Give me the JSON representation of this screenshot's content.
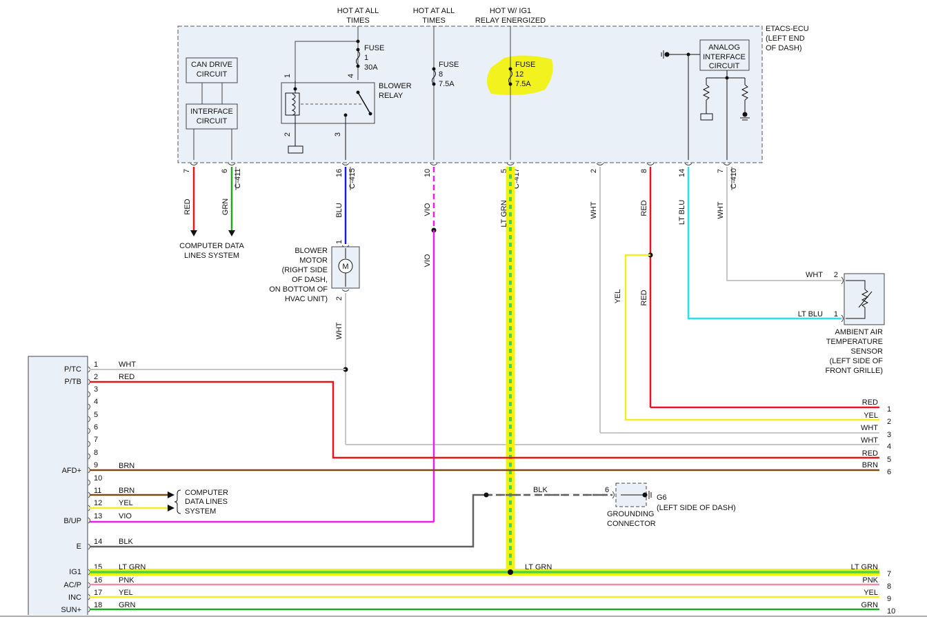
{
  "supply": {
    "hot1": [
      "HOT AT ALL",
      "TIMES"
    ],
    "hot2": [
      "HOT AT ALL",
      "TIMES"
    ],
    "ig1": [
      "HOT W/ IG1",
      "RELAY ENERGIZED"
    ]
  },
  "ecu": {
    "name": [
      "ETACS-ECU",
      "(LEFT END",
      "OF DASH)"
    ]
  },
  "blocks": {
    "can": [
      "CAN DRIVE",
      "CIRCUIT"
    ],
    "interface": [
      "INTERFACE",
      "CIRCUIT"
    ],
    "analog": [
      "ANALOG",
      "INTERFACE",
      "CIRCUIT"
    ],
    "relay": [
      "BLOWER",
      "RELAY"
    ]
  },
  "fuses": [
    {
      "label": "FUSE",
      "num": "1",
      "amps": "30A"
    },
    {
      "label": "FUSE",
      "num": "8",
      "amps": "7.5A"
    },
    {
      "label": "FUSE",
      "num": "12",
      "amps": "7.5A"
    }
  ],
  "relay_pins": {
    "p1": "1",
    "p4": "4",
    "p2": "2",
    "p3": "3"
  },
  "connectors": {
    "c411": "C-411",
    "c415": "C-415",
    "c417": "C-417",
    "c410": "C-410"
  },
  "ecu_pins": {
    "p7": "7",
    "p6": "6",
    "p16": "16",
    "p10": "10",
    "p5": "5",
    "p2": "2",
    "p8": "8",
    "p14": "14",
    "p7b": "7"
  },
  "wire_labels": {
    "red1": "RED",
    "grn1": "GRN",
    "blu": "BLU",
    "vio1": "VIO",
    "vio2": "VIO",
    "ltgrn": "LT GRN",
    "wht1": "WHT",
    "red2": "RED",
    "ltblu": "LT BLU",
    "wht2": "WHT",
    "yel": "YEL",
    "red3": "RED",
    "wht3": "WHT"
  },
  "computer_data1": [
    "COMPUTER DATA",
    "LINES SYSTEM"
  ],
  "blower_motor": {
    "symbol": "M",
    "pin1": "1",
    "pin2": "2",
    "label": [
      "BLOWER",
      "MOTOR",
      "(RIGHT SIDE",
      "OF DASH,",
      "ON BOTTOM OF",
      "HVAC UNIT)"
    ]
  },
  "sensor": {
    "label": [
      "AMBIENT AIR",
      "TEMPERATURE",
      "SENSOR",
      "(LEFT SIDE OF",
      "FRONT GRILLE)"
    ],
    "pin2": "2",
    "pin1": "1",
    "wire2": "WHT",
    "wire1": "LT BLU"
  },
  "left_module": {
    "labels": {
      "ptc": "P/TC",
      "ptb": "P/TB",
      "afd": "AFD+",
      "bup": "B/UP",
      "e": "E",
      "ig1": "IG1",
      "acp": "AC/P",
      "inc": "INC",
      "sun": "SUN+"
    },
    "pins": [
      "1",
      "2",
      "3",
      "4",
      "5",
      "6",
      "7",
      "8",
      "9",
      "10",
      "11",
      "12",
      "13",
      "14",
      "15",
      "16",
      "17",
      "18"
    ],
    "wires": {
      "1": "WHT",
      "2": "RED",
      "9": "BRN",
      "11": "BRN",
      "12": "YEL",
      "13": "VIO",
      "14": "BLK",
      "15": "LT GRN",
      "16": "PNK",
      "17": "YEL",
      "18": "GRN"
    }
  },
  "computer_data2": [
    "COMPUTER",
    "DATA LINES",
    "SYSTEM"
  ],
  "ground": {
    "wire": "BLK",
    "pin": "6",
    "name": "G6",
    "location": "(LEFT SIDE OF DASH)",
    "connector": [
      "GROUNDING",
      "CONNECTOR"
    ]
  },
  "right_pins": [
    {
      "wire": "RED",
      "pin": "1"
    },
    {
      "wire": "YEL",
      "pin": "2"
    },
    {
      "wire": "WHT",
      "pin": "3"
    },
    {
      "wire": "WHT",
      "pin": "4"
    },
    {
      "wire": "RED",
      "pin": "5"
    },
    {
      "wire": "BRN",
      "pin": "6"
    },
    {
      "wire": "LT GRN",
      "pin": "7"
    },
    {
      "wire": "PNK",
      "pin": "8"
    },
    {
      "wire": "YEL",
      "pin": "9"
    },
    {
      "wire": "GRN",
      "pin": "10"
    }
  ],
  "ig1_mid_label": "LT GRN",
  "colors": {
    "red": "#e8141c",
    "grn": "#1fa81f",
    "blu": "#1a1ae6",
    "vio": "#e61ee6",
    "wht": "#c6c6c6",
    "ltblu": "#27e0f0",
    "yel": "#f0f020",
    "brn": "#7b4a12",
    "blk": "#606060",
    "pnk": "#f58aa8",
    "ltgrn_base": "#4bd14b",
    "highlight": "#f2f212",
    "ecu_fill": "#e9f0f7"
  }
}
